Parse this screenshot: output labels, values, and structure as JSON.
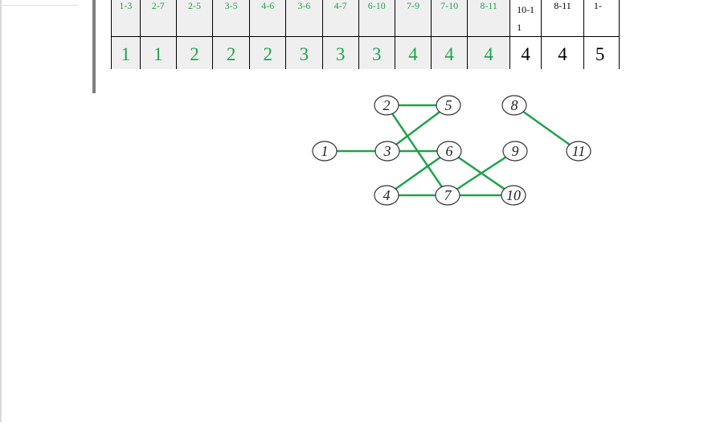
{
  "colors": {
    "selected": "#1fa34a",
    "unselected": "#000000",
    "done_cell_bg": "#efefef"
  },
  "table": {
    "columns": [
      {
        "edge": "1-3",
        "weight": "1",
        "state": "done"
      },
      {
        "edge": "2-7",
        "weight": "1",
        "state": "done"
      },
      {
        "edge": "2-5",
        "weight": "2",
        "state": "done"
      },
      {
        "edge": "3-5",
        "weight": "2",
        "state": "done"
      },
      {
        "edge": "4-6",
        "weight": "2",
        "state": "done"
      },
      {
        "edge": "3-6",
        "weight": "3",
        "state": "done"
      },
      {
        "edge": "4-7",
        "weight": "3",
        "state": "done"
      },
      {
        "edge": "6-10",
        "weight": "3",
        "state": "done"
      },
      {
        "edge": "7-9",
        "weight": "4",
        "state": "done"
      },
      {
        "edge": "7-10",
        "weight": "4",
        "state": "done"
      },
      {
        "edge": "8-11",
        "weight": "4",
        "state": "done"
      },
      {
        "edge": "10-11",
        "weight": "4",
        "state": "todo"
      },
      {
        "edge": "8-11",
        "weight": "4",
        "state": "todo"
      },
      {
        "edge": "1-",
        "weight": "5",
        "state": "todo"
      }
    ]
  },
  "graph": {
    "nodes": [
      {
        "id": "1",
        "label": "1"
      },
      {
        "id": "2",
        "label": "2"
      },
      {
        "id": "3",
        "label": "3"
      },
      {
        "id": "4",
        "label": "4"
      },
      {
        "id": "5",
        "label": "5"
      },
      {
        "id": "6",
        "label": "6"
      },
      {
        "id": "7",
        "label": "7"
      },
      {
        "id": "8",
        "label": "8"
      },
      {
        "id": "9",
        "label": "9"
      },
      {
        "id": "10",
        "label": "10"
      },
      {
        "id": "11",
        "label": "11"
      }
    ],
    "edges": [
      {
        "from": "1",
        "to": "3"
      },
      {
        "from": "2",
        "to": "5"
      },
      {
        "from": "2",
        "to": "7"
      },
      {
        "from": "3",
        "to": "5"
      },
      {
        "from": "3",
        "to": "6"
      },
      {
        "from": "4",
        "to": "6"
      },
      {
        "from": "4",
        "to": "7"
      },
      {
        "from": "6",
        "to": "10"
      },
      {
        "from": "7",
        "to": "9"
      },
      {
        "from": "7",
        "to": "10"
      },
      {
        "from": "8",
        "to": "11"
      }
    ]
  }
}
